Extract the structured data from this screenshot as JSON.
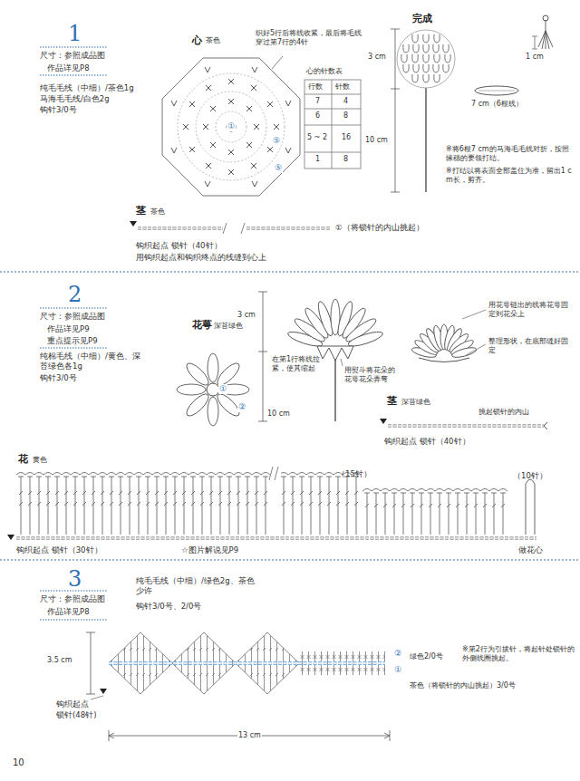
{
  "diagram": {
    "labels": [
      "1",
      "尺寸：参照成品图",
      "作品详见P8",
      "纯毛毛线（中细）/茶色1g",
      "马海毛毛线/白色2g",
      "钩针3/0号",
      "心",
      "茶色",
      "织好5行后将线收紧，最后将毛线穿过第7行的4针",
      "①",
      "⑤",
      "⑤",
      "心的针数表",
      "行数",
      "针数",
      "7",
      "4",
      "6",
      "8",
      "5 ~ 2",
      "16",
      "1",
      "8",
      "完成",
      "3 cm",
      "10 cm",
      "1 cm",
      "7 cm（6根线）",
      "※将6根7 cm的马海毛毛线对折，按照缘穗的要领打结。",
      "※打结以将表面全部盖住为准，留出1 cm长，剪齐。",
      "茎",
      "茶色",
      "①（将锁针的内山挑起）",
      "钩织起点  锁针（40针）",
      "用钩织起点和钩织终点的线缝到心上",
      "2",
      "尺寸：参照成品图",
      "作品详见P9",
      "重点提示见P9",
      "纯棉毛线（中细）/黄色、深苔绿色各1g",
      "钩针3/0号",
      "花萼",
      "深苔绿色",
      "①",
      "②",
      "3 cm",
      "在第1行将线拉紧，使其缩起",
      "用熨斗将花朵的花萼花朵弄弯",
      "10 cm",
      "用花萼链出的线将花萼固定到花朵上",
      "整理形状，在底部缝好固定",
      "茎",
      "深苔绿色",
      "挑起锁针的内山",
      "钩织起点  锁针（40针）",
      "花",
      "黄色",
      "（15针）",
      "（10针）",
      "钩织起点  锁针（30针）",
      "☆图片解说见P9",
      "做花心",
      "3",
      "尺寸：参照成品图",
      "作品详见P8",
      "纯毛毛线（中细）/绿色2g、茶色少许",
      "钩针3/0号、2/0号",
      "3.5 cm",
      "②",
      "①",
      "绿色2/0号",
      "※第2行为引拔针，将起针处锁针的外侧线圈挑起。",
      "茶色（将锁针的内山挑起）3/0号",
      "钩织起点",
      "锁针(48针)",
      "13 cm",
      "10"
    ]
  }
}
